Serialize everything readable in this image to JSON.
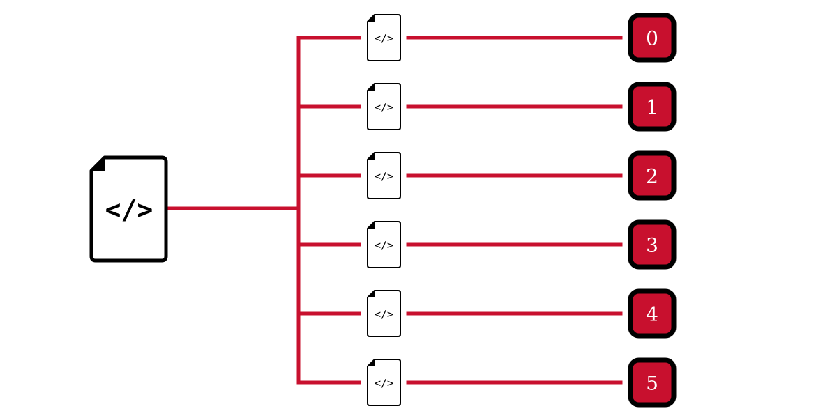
{
  "root_node": {
    "icon": "code-file-icon",
    "glyph": "</>"
  },
  "branches": [
    {
      "icon": "code-file-icon",
      "glyph": "</>",
      "label": "0"
    },
    {
      "icon": "code-file-icon",
      "glyph": "</>",
      "label": "1"
    },
    {
      "icon": "code-file-icon",
      "glyph": "</>",
      "label": "2"
    },
    {
      "icon": "code-file-icon",
      "glyph": "</>",
      "label": "3"
    },
    {
      "icon": "code-file-icon",
      "glyph": "</>",
      "label": "4"
    },
    {
      "icon": "code-file-icon",
      "glyph": "</>",
      "label": "5"
    }
  ],
  "colors": {
    "edge": "#c8102e",
    "badge_fill": "#c8102e",
    "badge_border": "#000000",
    "badge_text": "#ffffff"
  }
}
